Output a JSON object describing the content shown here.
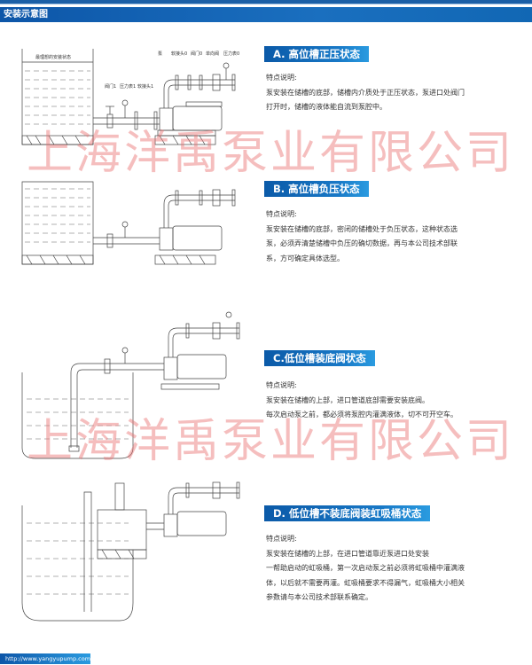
{
  "header": {
    "title": "安装示意图"
  },
  "sections": [
    {
      "title": "A. 高位槽正压状态",
      "label": "特点说明:",
      "lines": [
        "泵安装在储槽的底部，储槽内介质处于正压状态，泵进口处阀门",
        "打开时，储槽的液体能自流到泵腔中。"
      ]
    },
    {
      "title": "B. 高位槽负压状态",
      "label": "特点说明:",
      "lines": [
        "泵安装在储槽的底部，密闭的储槽处于负压状态，这种状态选",
        "泵，必须弄清楚储槽中负压的确切数据，再与本公司技术部联",
        "系，方可确定具体选型。"
      ]
    },
    {
      "title": "C.低位槽装底阀状态",
      "label": "特点说明:",
      "lines": [
        "泵安装在储槽的上部，进口管道底部需要安装底阀。",
        "每次启动泵之前，都必须将泵腔内灌满液体，切不可开空车。"
      ]
    },
    {
      "title": "D. 低位槽不装底阀装虹吸桶状态",
      "label": "特点说明:",
      "lines": [
        "泵安装在储槽的上部，在进口管道靠近泵进口处安装",
        "一帮助启动的虹吸桶，第一次启动泵之前必须将虹吸桶中灌满液",
        "体，以后就不需要再灌。虹吸桶要求不得漏气，虹吸桶大小相关",
        "参数请与本公司技术部联系确定。"
      ]
    }
  ],
  "diagram": {
    "tank_label": "最理想的安装状态",
    "pump": "泵",
    "hose0": "软接头0",
    "valve0": "阀门0",
    "check_valve": "单向阀",
    "gauge0": "压力表0",
    "valve1": "阀门1",
    "gauge1": "压力表1",
    "hose1": "软接头1"
  },
  "watermark": "上海洋禹泵业有限公司",
  "footer": {
    "url": "http://www.yangyupump.com"
  }
}
